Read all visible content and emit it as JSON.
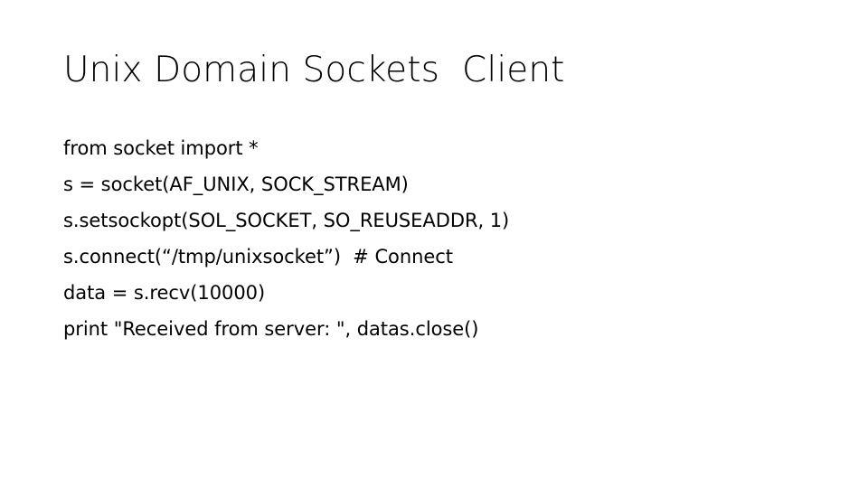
{
  "slide": {
    "title": "Unix Domain Sockets  Client",
    "background_color": "#ffffff",
    "text_color": "#000000",
    "code_lines": [
      {
        "text": "from socket import *"
      },
      {
        "text": "s = socket(AF_UNIX, SOCK_STREAM)"
      },
      {
        "text": "s.setsockopt(SOL_SOCKET, SO_REUSEADDR, 1)"
      },
      {
        "text": "s.connect(“/tmp/unixsocket”)  # Connect"
      },
      {
        "text": "data = s.recv(10000)"
      },
      {
        "text": "print \"Received from server: \", datas.close()"
      }
    ]
  }
}
